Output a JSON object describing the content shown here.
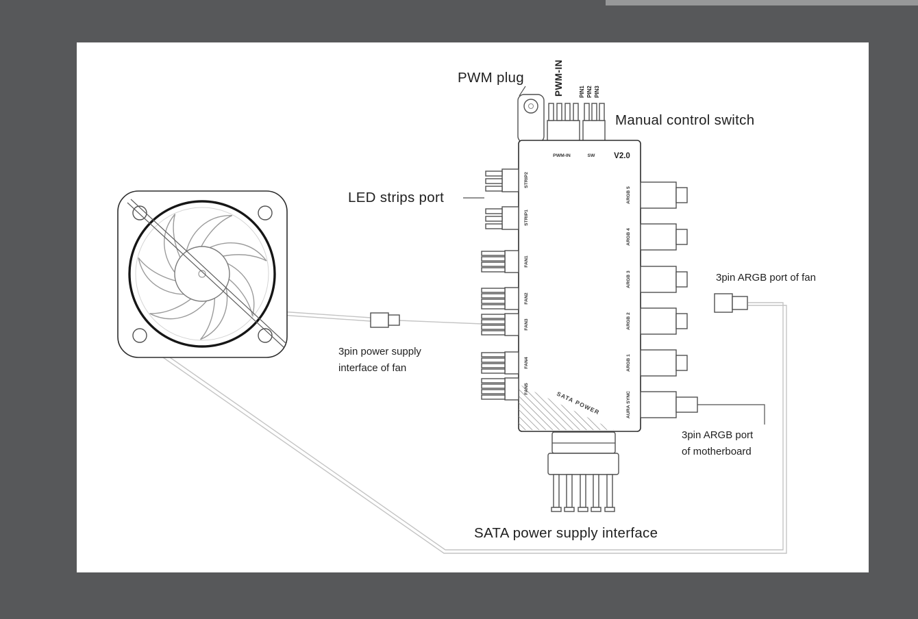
{
  "page": {
    "background": "#57585a",
    "canvas": "#ffffff",
    "line_color": "#4f4f4f",
    "wire_color": "#c4c4c4"
  },
  "labels": {
    "pwm_plug": "PWM plug",
    "manual_control_switch": "Manual control switch",
    "led_strips_port": "LED strips port",
    "fan_power_1": "3pin power supply",
    "fan_power_2": "interface of fan",
    "argb_fan": "3pin ARGB port of fan",
    "argb_mb_1": "3pin ARGB port",
    "argb_mb_2": "of motherboard",
    "sata": "SATA power supply interface"
  },
  "plug": {
    "label": "PWM-IN",
    "pins": [
      "PIN1",
      "PIN2",
      "PIN3"
    ]
  },
  "controller": {
    "pwm_in": "PWM-IN",
    "sw": "SW",
    "version": "V2.0",
    "left_ports": [
      "STRIP2",
      "STRIP1",
      "FAN1",
      "FAN2",
      "FAN3",
      "FAN4",
      "FAN5"
    ],
    "right_ports": [
      "ARGB 5",
      "ARGB 4",
      "ARGB 3",
      "ARGB 2",
      "ARGB 1",
      "AURA SYNC"
    ],
    "sata_power": "SATA POWER"
  }
}
